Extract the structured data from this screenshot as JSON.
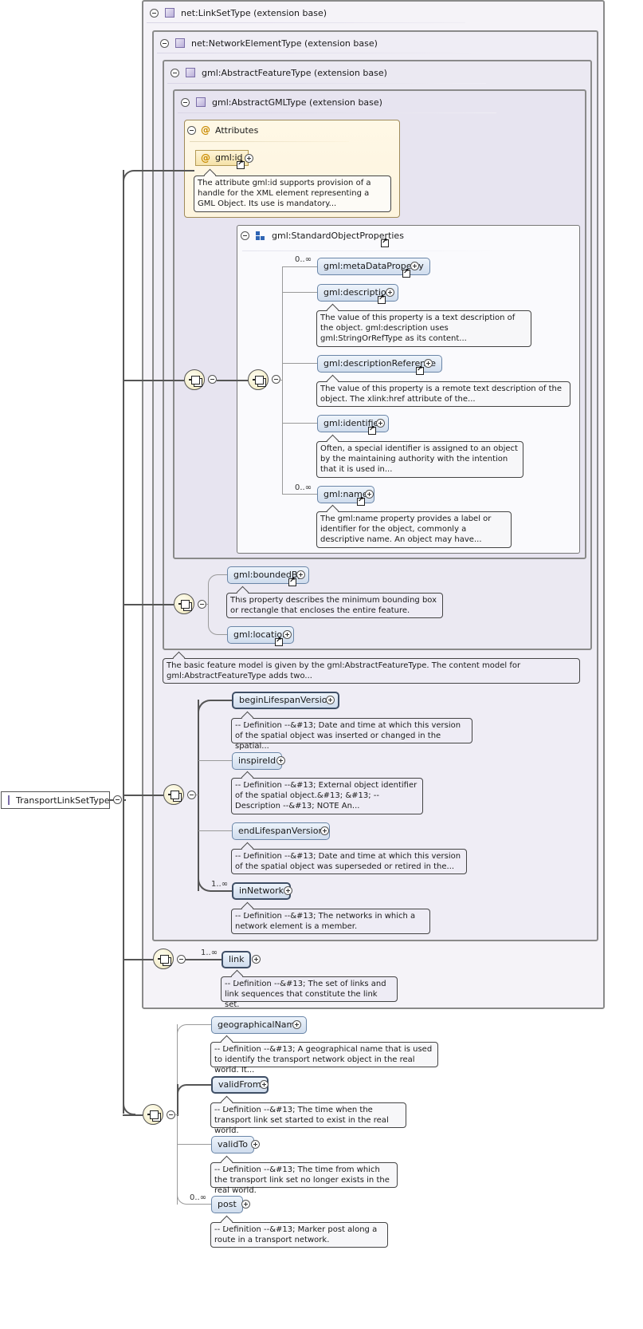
{
  "root": {
    "label": "TransportLinkSetType"
  },
  "extensions": {
    "linkset": "net:LinkSetType (extension base)",
    "networkelement": "net:NetworkElementType (extension base)",
    "abstractfeature": "gml:AbstractFeatureType (extension base)",
    "abstractgml": "gml:AbstractGMLType (extension base)"
  },
  "attributes": {
    "title": "Attributes",
    "id_label": "gml:id",
    "id_doc": "The attribute gml:id supports provision of a handle for the XML element representing a GML Object. Its use is mandatory..."
  },
  "standard_props": {
    "title": "gml:StandardObjectProperties",
    "occ_meta": "0..∞",
    "meta": "gml:metaDataProperty",
    "description": "gml:description",
    "description_doc": "The value of this property is a text description of the object. gml:description uses gml:StringOrRefType as its content...",
    "descref": "gml:descriptionReference",
    "descref_doc": "The value of this property is a remote text description of the object. The xlink:href attribute of the...",
    "identifier": "gml:identifier",
    "identifier_doc": "Often, a special identifier is assigned to an object by the maintaining authority with the intention that it is used in...",
    "occ_name": "0..∞",
    "name": "gml:name",
    "name_doc": "The gml:name property provides a label or identifier for the object, commonly a descriptive name. An object may have..."
  },
  "feature_seq": {
    "boundedby": "gml:boundedBy",
    "boundedby_doc": "This property describes the minimum bounding box or rectangle that encloses the entire feature.",
    "location": "gml:location"
  },
  "abstractfeature_doc": "The basic feature model is given by the gml:AbstractFeatureType. The content model for gml:AbstractFeatureType adds two...",
  "network_seq": {
    "begin": "beginLifespanVersion",
    "begin_doc": "-- Definition --&#13; Date and time at which this version of the spatial object was inserted or changed in the spatial...",
    "inspireid": "inspireId",
    "inspireid_doc": "-- Definition --&#13; External object identifier of the spatial object.&#13; &#13; -- Description --&#13; NOTE An...",
    "end": "endLifespanVersion",
    "end_doc": "-- Definition --&#13; Date and time at which this version of the spatial object was superseded or retired in the...",
    "occ_innetwork": "1..∞",
    "innetwork": "inNetwork",
    "innetwork_doc": "-- Definition --&#13; The networks in which a network element is a member."
  },
  "linkset_seq": {
    "occ_link": "1..∞",
    "link": "link",
    "link_doc": "-- Definition --&#13; The set of links and link sequences that constitute the link set."
  },
  "transport_seq": {
    "geoname": "geographicalName",
    "geoname_doc": "-- Definition --&#13; A geographical name that is used to identify the transport network object in the real world. It...",
    "validfrom": "validFrom",
    "validfrom_doc": "-- Definition --&#13; The time when the transport link set started to exist in the real world.",
    "validto": "validTo",
    "validto_doc": "-- Definition --&#13; The time from which the transport link set no longer exists in the real world.",
    "occ_post": "0..∞",
    "post": "post",
    "post_doc": "-- Definition --&#13; Marker post along a route in a transport network."
  }
}
